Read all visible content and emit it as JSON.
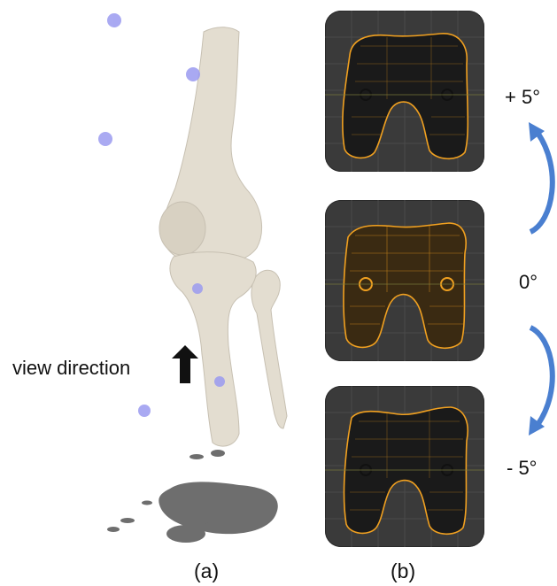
{
  "figure": {
    "view_direction_label": "view direction",
    "caption_a": "(a)",
    "caption_b": "(b)",
    "angle_top": "+ 5°",
    "angle_mid": "0°",
    "angle_bottom": "- 5°",
    "colors": {
      "bone": "#e3ddd0",
      "marker": "#9b9bf0",
      "panel_bg": "#3a3a3a",
      "mesh": "#f0a020",
      "arrow": "#4a7fd0",
      "shadow": "#6e6e6e"
    }
  }
}
